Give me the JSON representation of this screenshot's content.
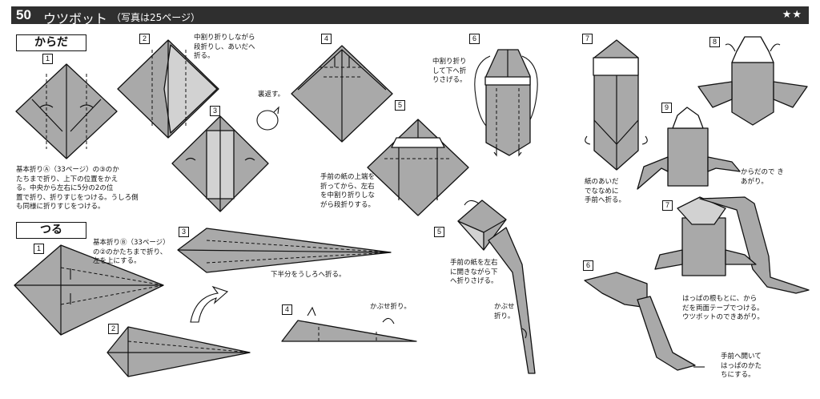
{
  "header": {
    "number": "50",
    "name": "ウツボット",
    "note": "（写真は25ページ）",
    "difficulty": "★★"
  },
  "sections": {
    "body": "からだ",
    "crane": "つる"
  },
  "steps": {
    "b1": "1",
    "b2": "2",
    "b3": "3",
    "b4": "4",
    "b5": "5",
    "b6": "6",
    "b7": "7",
    "b8": "8",
    "b9": "9",
    "c1": "1",
    "c2": "2",
    "c3": "3",
    "c4": "4",
    "c5": "5",
    "c6": "6",
    "c7": "7"
  },
  "text": {
    "b2_note": "中割り折りしながら\n段折りし、あいだへ\n折る。",
    "flip": "裏返す。",
    "b1_note": "基本折りⒶ（33ページ）の③のか\nたちまで折り、上下の位置をかえ\nる。中央から左右に5分の2の位\n置で折り、折りすじをつける。うしろ側\nも同様に折りすじをつける。",
    "b5_note": "手前の紙の上端を\n折ってから、左右\nを中割り折りしな\nがら段折りする。",
    "b6_note": "中割り折り\nして下へ折\nりさげる。",
    "b7_note": "紙のあいだ\nでななめに\n手前へ折る。",
    "body_done": "からだので き\nあがり。",
    "c1_note": "基本折りⒷ（33ページ）\nの②のかたちまで折り、\n左を上にする。",
    "c3_note": "下半分をうしろへ折る。",
    "c4_note": "かぶせ折り。",
    "c5_note": "手前の紙を左右\nに開きながら下\nへ折りさげる。",
    "c5_note2": "かぶせ\n折り。",
    "c7_note": "はっぱの根もとに、から\nだを両面テープでつける。\nウツボットのできあがり。",
    "c6_note": "手前へ開いて\nはっぱのかた\nちにする。"
  }
}
